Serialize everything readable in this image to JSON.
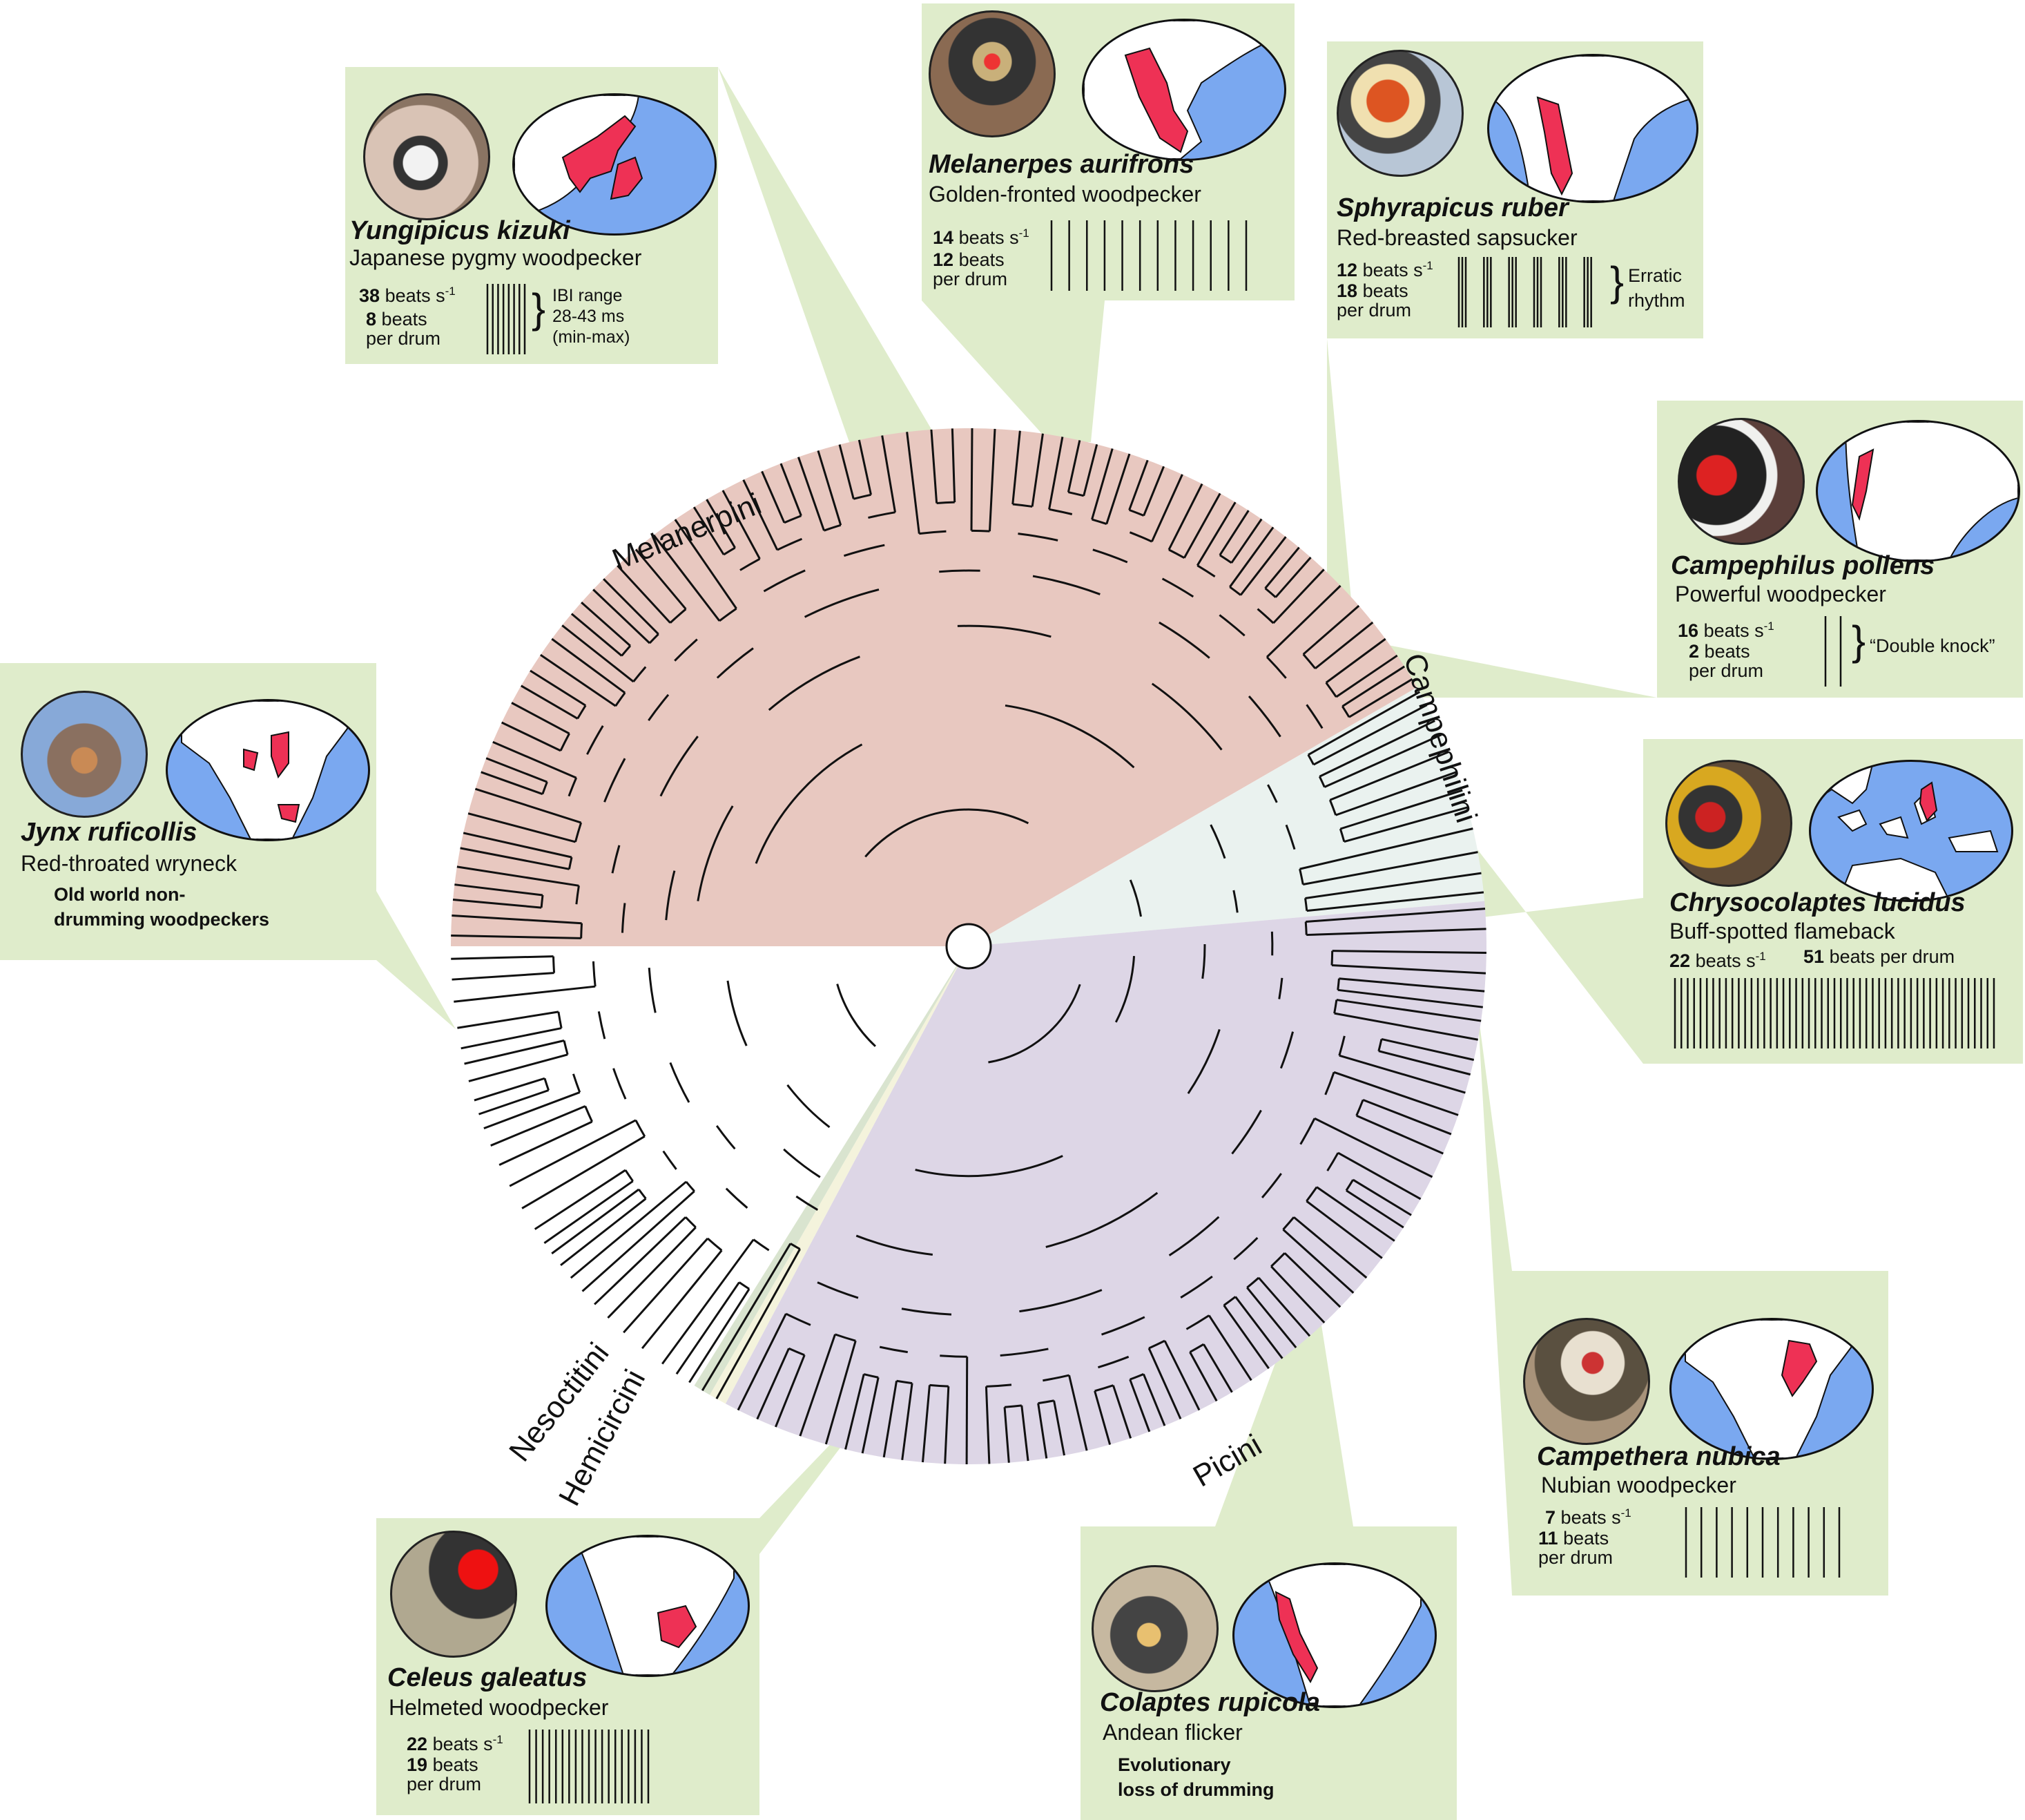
{
  "clades": {
    "melanerpini": "Melanerpini",
    "campephilini": "Campephilini",
    "picini": "Picini",
    "nesoctitini": "Nesoctitini",
    "hemicircini": "Hemicircini"
  },
  "colors": {
    "panel_bg": "#dfeccb",
    "melanerpini_fill": "#e8c8c0",
    "campephilini_fill": "#eaf2ef",
    "picini_fill": "#ddd6e6",
    "nesoctitini_fill": "#d9e4cf",
    "hemicircini_fill": "#f4f3dc",
    "map_ocean": "#7aa8f0",
    "range_red": "#ee3155"
  },
  "species": {
    "yungipicus": {
      "sci": "Yungipicus kizuki",
      "common": "Japanese pygmy woodpecker",
      "rate_num": "38",
      "rate_unit": "beats s",
      "beats_num": "8",
      "beats_unit": "beats",
      "per_drum": "per drum",
      "ibi1": "IBI range",
      "ibi2": "28-43 ms",
      "ibi3": "(min-max)",
      "beats_drawn": 8
    },
    "melanerpes": {
      "sci": "Melanerpes aurifrons",
      "common": "Golden-fronted woodpecker",
      "rate_num": "14",
      "rate_unit": "beats s",
      "beats_num": "12",
      "beats_unit": "beats",
      "per_drum": "per drum",
      "beats_drawn": 12
    },
    "sphyrapicus": {
      "sci": "Sphyrapicus ruber",
      "common": "Red-breasted sapsucker",
      "rate_num": "12",
      "rate_unit": "beats s",
      "beats_num": "18",
      "beats_unit": "beats",
      "per_drum": "per drum",
      "note1": "Erratic",
      "note2": "rhythm",
      "beats_drawn": 18
    },
    "campephilus": {
      "sci": "Campephilus pollens",
      "common": "Powerful woodpecker",
      "rate_num": "16",
      "rate_unit": "beats s",
      "beats_num": "2",
      "beats_unit": "beats",
      "per_drum": "per drum",
      "note": "“Double knock”",
      "beats_drawn": 2
    },
    "chrysocolaptes": {
      "sci": "Chrysocolaptes lucidus",
      "common": "Buff-spotted flameback",
      "rate_num": "22",
      "rate_unit": "beats s",
      "beats_num": "51",
      "beats_unit": "beats per drum",
      "beats_drawn": 51
    },
    "jynx": {
      "sci": "Jynx ruficollis",
      "common": "Red-throated wryneck",
      "note1": "Old world non-",
      "note2": "drumming woodpeckers"
    },
    "campethera": {
      "sci": "Campethera nubica",
      "common": "Nubian woodpecker",
      "rate_num": "7",
      "rate_unit": "beats s",
      "beats_num": "11",
      "beats_unit": "beats",
      "per_drum": "per drum",
      "beats_drawn": 11
    },
    "celeus": {
      "sci": "Celeus galeatus",
      "common": "Helmeted woodpecker",
      "rate_num": "22",
      "rate_unit": "beats s",
      "beats_num": "19",
      "beats_unit": "beats",
      "per_drum": "per drum",
      "beats_drawn": 19
    },
    "colaptes": {
      "sci": "Colaptes rupicola",
      "common": "Andean flicker",
      "note1": "Evolutionary",
      "note2": "loss of drumming"
    }
  },
  "superscript": "-1"
}
